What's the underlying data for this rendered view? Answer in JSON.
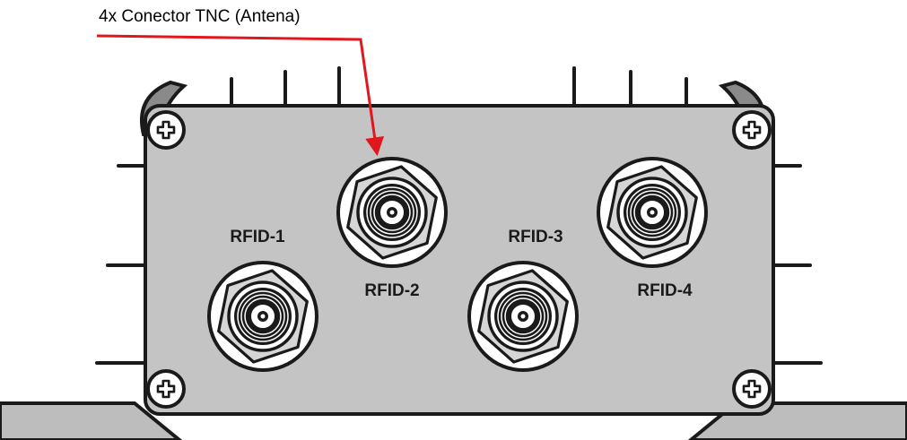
{
  "callout": {
    "text": "4x Conector TNC (Antena)",
    "color": "#e0181e"
  },
  "ports": [
    {
      "id": "rfid-1",
      "label": "RFID-1"
    },
    {
      "id": "rfid-2",
      "label": "RFID-2"
    },
    {
      "id": "rfid-3",
      "label": "RFID-3"
    },
    {
      "id": "rfid-4",
      "label": "RFID-4"
    }
  ],
  "colors": {
    "panel": "#c4c4c4",
    "body_dark": "#8a8a8a",
    "outline": "#1a1a1a",
    "callout_arrow": "#e0181e"
  },
  "icons": {
    "screw": "cross-screw-icon",
    "connector": "tnc-connector-icon"
  }
}
